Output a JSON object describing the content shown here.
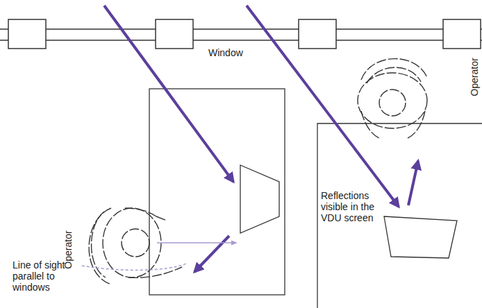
{
  "diagram": {
    "labels": [
      "Window",
      "Operator",
      "Line of sight parallel to windows",
      "Reflections visible in the VDU screen",
      "Operator"
    ]
  }
}
